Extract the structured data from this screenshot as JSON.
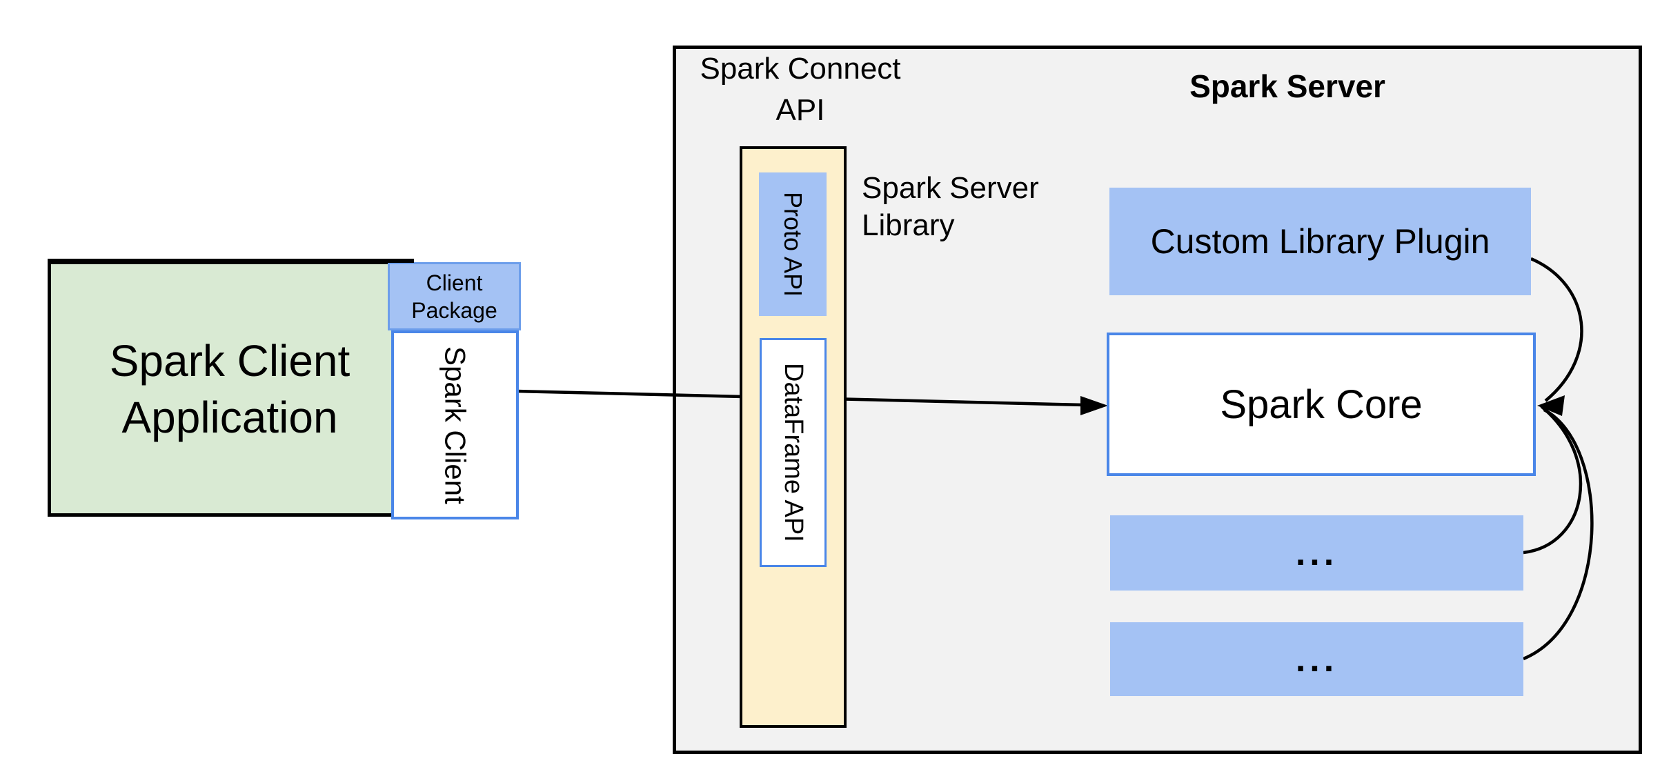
{
  "client": {
    "app_label": "Spark Client\nApplication",
    "package_label": "Client\nPackage",
    "client_lib_label": "Spark Client"
  },
  "connect": {
    "api_label": "Spark Connect\nAPI",
    "proto_label": "Proto API",
    "dataframe_label": "DataFrame API",
    "library_label": "Spark Server\nLibrary"
  },
  "server": {
    "title": "Spark Server",
    "plugin_label": "Custom Library Plugin",
    "core_label": "Spark Core",
    "ellipsis1": "...",
    "ellipsis2": "..."
  },
  "colors": {
    "background": "#ffffff",
    "panel_gray": "#f2f2f2",
    "box_blue": "#a4c2f4",
    "box_green": "#d9ead3",
    "box_cream": "#fdf0cc",
    "border_blue": "#4a86e8",
    "package_border_blue": "#6d9eeb",
    "outline_black": "#000000",
    "text": "#000000"
  }
}
